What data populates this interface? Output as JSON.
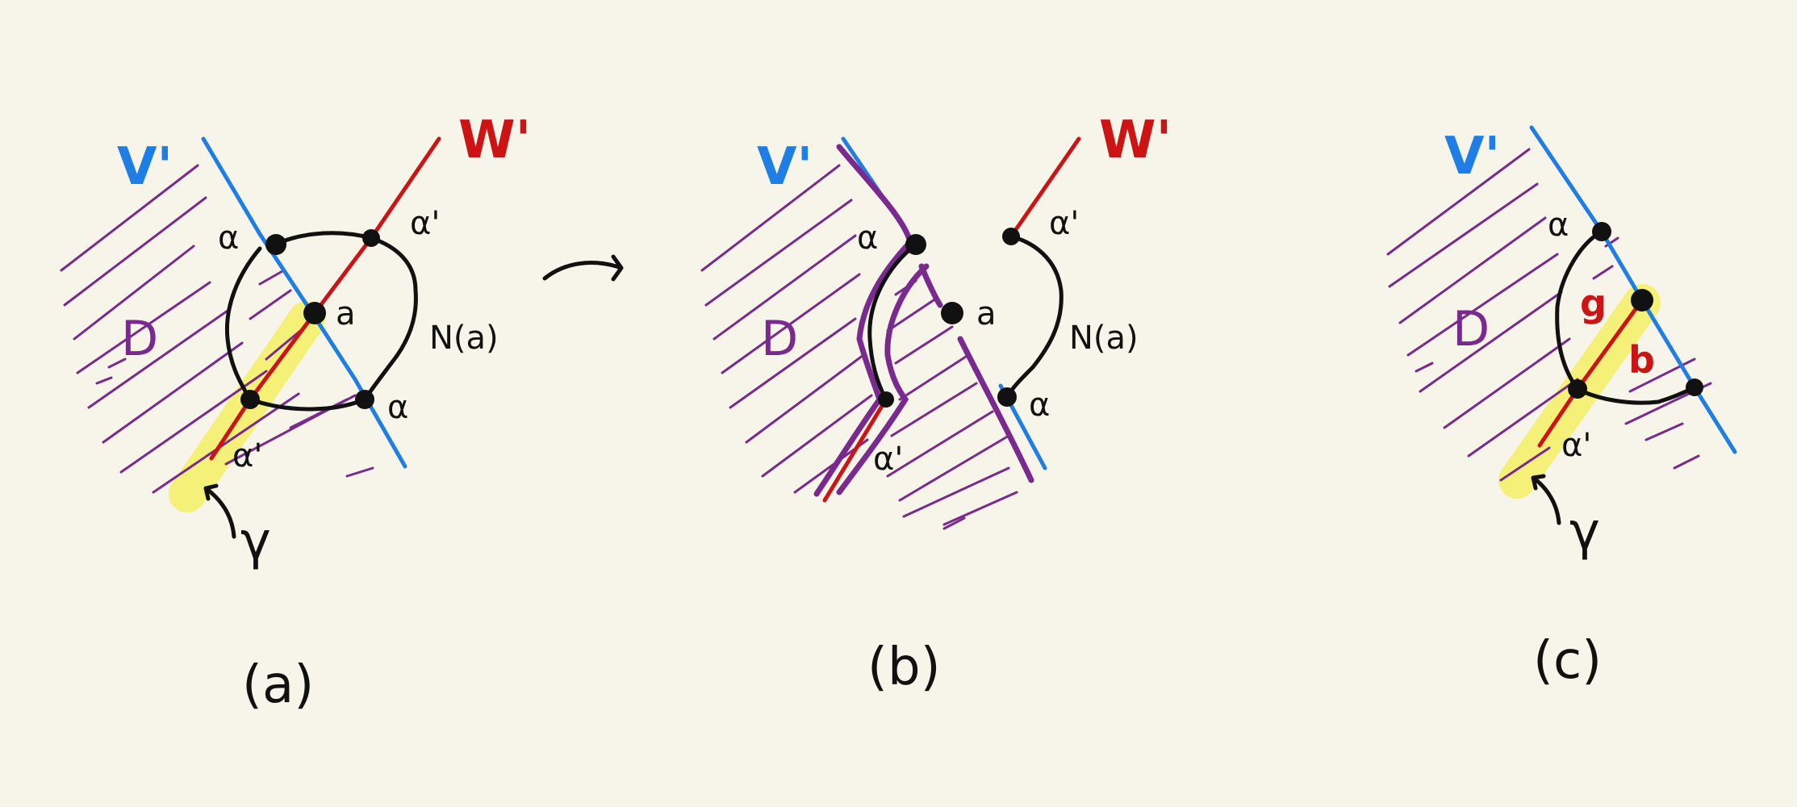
{
  "panels": [
    {
      "id": "a",
      "caption": "(a)",
      "label_V": "V'",
      "label_W": "W'",
      "label_D": "D",
      "label_alpha": "α",
      "label_alpha_prime": "α'",
      "label_a": "a",
      "label_N": "N(a)",
      "label_gamma": "γ"
    },
    {
      "id": "b",
      "caption": "(b)",
      "label_V": "V'",
      "label_W": "W'",
      "label_D": "D",
      "label_alpha": "α",
      "label_alpha_prime": "α'",
      "label_a": "a",
      "label_N": "N(a)"
    },
    {
      "id": "c",
      "caption": "(c)",
      "label_V": "V'",
      "label_D": "D",
      "label_alpha": "α",
      "label_alpha_prime": "α'",
      "label_g": "g",
      "label_b": "b",
      "label_gamma": "γ"
    }
  ],
  "colors": {
    "background": "#f7f5ea",
    "blue": "#1e7ee6",
    "red": "#cc1414",
    "purple": "#7a2a8e",
    "yellow": "#f4ef6a",
    "black": "#111111"
  }
}
